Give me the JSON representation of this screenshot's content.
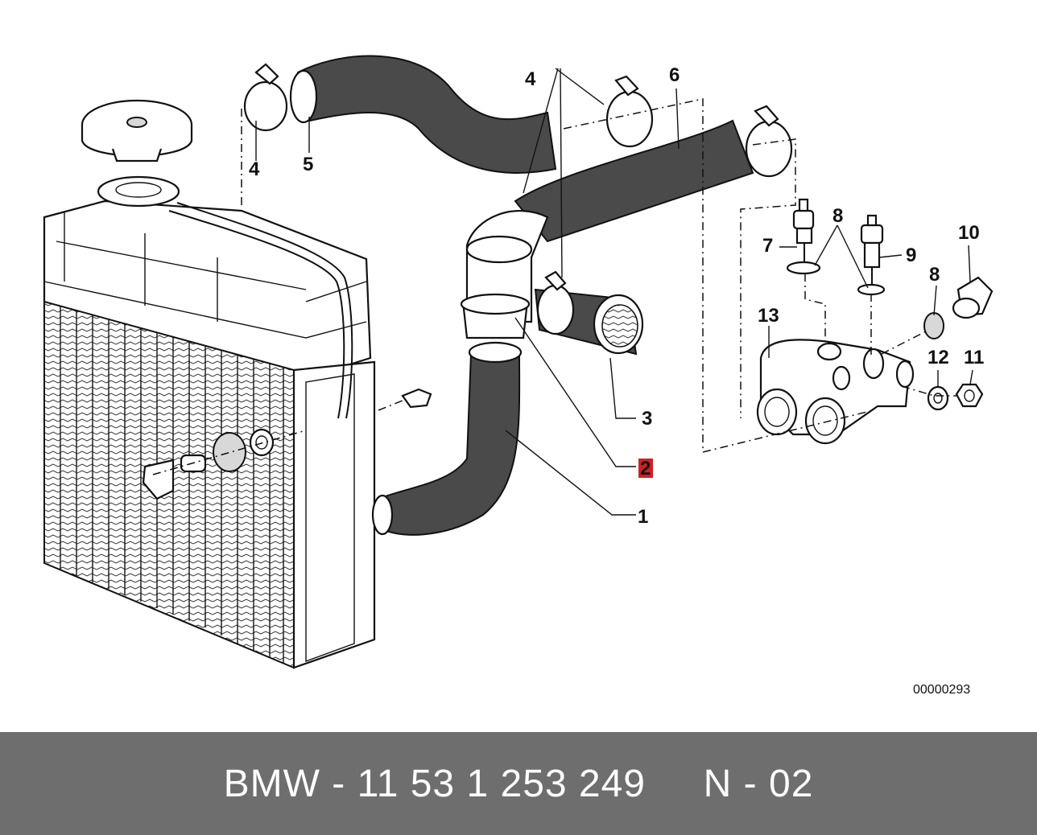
{
  "callouts": {
    "c1": "1",
    "c2": "2",
    "c3": "3",
    "c4a": "4",
    "c4b": "4",
    "c5": "5",
    "c6": "6",
    "c7": "7",
    "c8a": "8",
    "c8b": "8",
    "c9": "9",
    "c10": "10",
    "c11": "11",
    "c12": "12",
    "c13": "13"
  },
  "highlight_color": "#cc2222",
  "diagram_ref": "00000293",
  "footer": {
    "text": "BMW - 11 53 1 253 249     N - 02"
  }
}
